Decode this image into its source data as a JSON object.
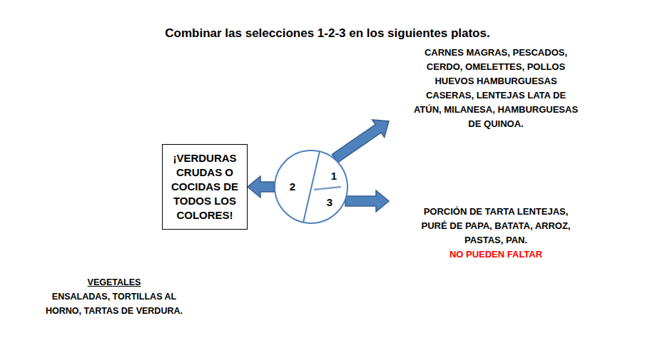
{
  "diagram": {
    "title": "Combinar las selecciones 1-2-3 en los siguientes platos.",
    "nodes": [
      {
        "text": [
          "¡VERDURAS CRUDAS O COCIDAS DE TODOS LOS COLORES!"
        ]
      },
      {
        "text": [
          "1",
          "2",
          "3"
        ]
      },
      {
        "text": [
          "CARNES MAGRAS, PESCADOS, CERDO, OMELETTES, POLLOS HUEVOS HAMBURGUESAS CASERAS, LENTEJAS LATA DE ATÚN, MILANESA, HAMBURGUESAS DE QUINOA."
        ]
      },
      {
        "text": [
          "PORCIÓN DE TARTA LENTEJAS, PURÉ DE PAPA, BATATA, ARROZ, PASTAS, PAN.",
          "NO PUEDEN FALTAR"
        ]
      }
    ],
    "edges": [
      {
        "from": 1,
        "to": 0,
        "arrow": "to"
      },
      {
        "from": 1,
        "to": 2,
        "arrow": "to"
      },
      {
        "from": 1,
        "to": 3,
        "arrow": "to"
      }
    ],
    "labels": [
      "VEGETALES",
      "ENSALADAS, TORTILLAS AL HORNO, TARTAS DE VERDURA."
    ]
  }
}
